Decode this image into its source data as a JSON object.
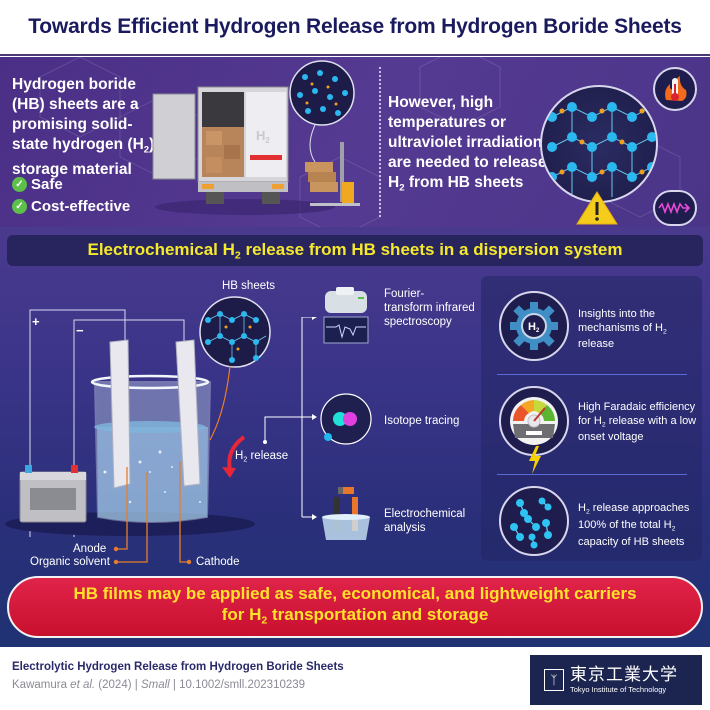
{
  "header": {
    "title": "Towards Efficient Hydrogen Release from Hydrogen Boride Sheets"
  },
  "top_panel": {
    "left_text": [
      "Hydrogen boride",
      "(HB) sheets are a",
      "promising solid-",
      "state hydrogen (H",
      "2",
      ")",
      "storage material"
    ],
    "left_text_lines": {
      "l1": "Hydrogen boride",
      "l2": "(HB) sheets are a",
      "l3": "promising solid-",
      "l4a": "state hydrogen (H",
      "l4sub": "2",
      "l4b": ")",
      "l5": "storage material"
    },
    "checks": [
      {
        "label": "Safe",
        "icon": "check-circle-icon"
      },
      {
        "label": "Cost-effective",
        "icon": "check-circle-icon"
      }
    ],
    "truck_label": "H2",
    "truck_label_main": "H",
    "truck_label_sub": "2",
    "right_text_lines": {
      "l1": "However, high",
      "l2": "temperatures or",
      "l3": "ultraviolet irradiation",
      "l4": "are needed to release",
      "l5a": "H",
      "l5sub": "2",
      "l5b": " from HB sheets"
    },
    "icons": [
      "thermometer-fire-icon",
      "uv-wave-icon",
      "warning-icon"
    ]
  },
  "main": {
    "banner": {
      "a": "Electrochemical H",
      "sub": "2",
      "b": " release from HB sheets in a dispersion system"
    },
    "hb_sheets_label": "HB sheets",
    "h2_release": {
      "main": "H",
      "sub": "2",
      "rest": " release"
    },
    "plus": "+",
    "minus": "−",
    "annotations": {
      "anode": "Anode",
      "organic_solvent": "Organic solvent",
      "cathode": "Cathode"
    },
    "methods": [
      {
        "label_l1": "Fourier-",
        "label_l2": "transform infrared",
        "label_l3": "spectroscopy",
        "icon": "ftir-spectrometer-icon"
      },
      {
        "label_l1": "Isotope tracing",
        "icon": "isotope-atom-icon"
      },
      {
        "label_l1": "Electrochemical",
        "label_l2": "analysis",
        "icon": "electrochemical-cell-icon"
      }
    ],
    "findings": [
      {
        "l1": "Insights into the",
        "l2a": "mechanisms of H",
        "l2sub": "2",
        "l3": "release",
        "icon": "h2-gear-icon",
        "icon_label_main": "H",
        "icon_label_sub": "2"
      },
      {
        "l1": "High Faradaic efficiency",
        "l2a": "for H",
        "l2sub": "2",
        "l2b": " release with a low",
        "l3": "onset voltage",
        "icon": "gauge-lightning-icon"
      },
      {
        "l1a": "H",
        "l1sub": "2",
        "l1b": " release approaches",
        "l2a": "100% of the total H",
        "l2sub": "2",
        "l3": "capacity of HB sheets",
        "icon": "h2-molecules-icon"
      }
    ]
  },
  "conclusion": {
    "l1": "HB films may be applied as safe, economical, and lightweight carriers",
    "l2a": "for H",
    "l2sub": "2",
    "l2b": " transportation and storage"
  },
  "footer": {
    "paper_title": "Electrolytic Hydrogen Release from Hydrogen Boride Sheets",
    "authors": "Kawamura ",
    "et_al": "et al.",
    "year": " (2024) | ",
    "journal": "Small",
    "doi": " | 10.1002/smll.202310239",
    "logo_jp": "東京工業大学",
    "logo_en": "Tokyo Institute of Technology"
  },
  "colors": {
    "title": "#1a1a5e",
    "banner_text": "#f5e92c",
    "conclusion_bg": "#c8102e",
    "conclusion_text": "#ffe32a",
    "check_green": "#5cc04a",
    "annotation_orange": "#e67d2b",
    "logo_bg": "#1b2550"
  }
}
